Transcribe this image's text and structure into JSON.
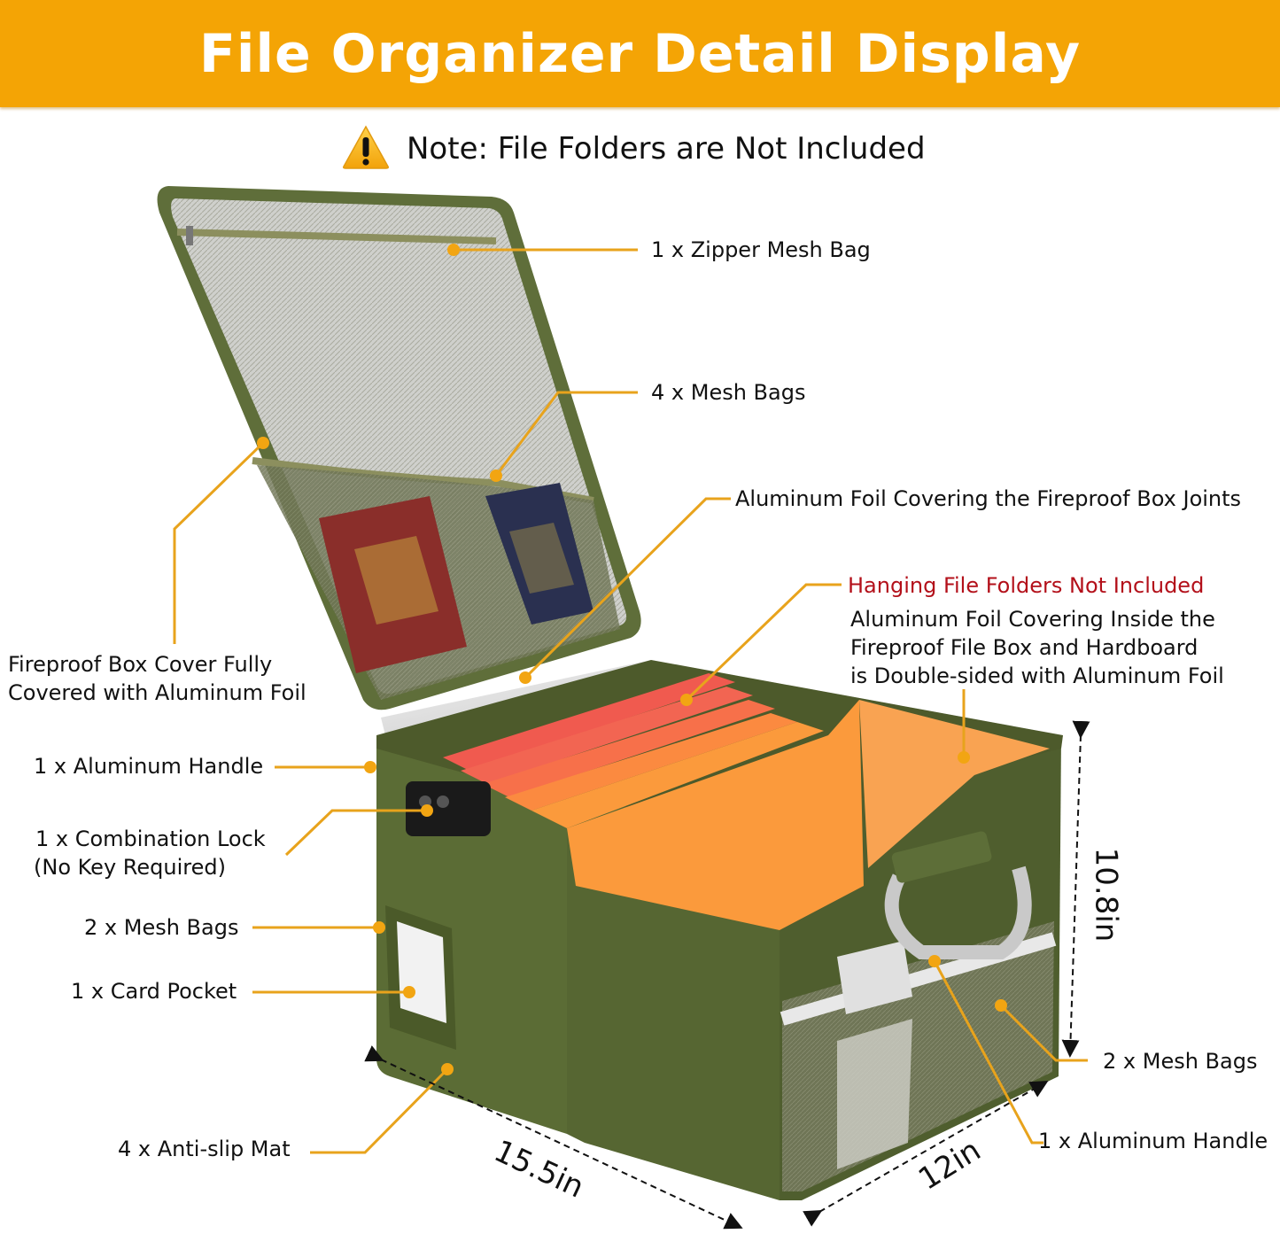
{
  "banner": {
    "title": "File Organizer Detail Display",
    "background_color": "#f4a405",
    "text_color": "#ffffff"
  },
  "note": {
    "icon": "warning-triangle-icon",
    "text": "Note: File Folders are Not Included"
  },
  "callouts": {
    "zipper_mesh_bag": "1 x Zipper Mesh Bag",
    "lid_mesh_bags": "4 x Mesh Bags",
    "foil_joints": "Aluminum Foil Covering the Fireproof Box Joints",
    "hanging_folders_note": "Hanging File Folders Not Included",
    "foil_inside_line1": "Aluminum Foil Covering Inside the",
    "foil_inside_line2": "Fireproof File Box and Hardboard",
    "foil_inside_line3": "is Double-sided with Aluminum Foil",
    "cover_line1": "Fireproof Box Cover Fully",
    "cover_line2": "Covered with Aluminum Foil",
    "handle_left": "1 x Aluminum Handle",
    "lock_line1": "1 x Combination Lock",
    "lock_line2": "(No Key Required)",
    "front_mesh_bags": "2 x Mesh Bags",
    "card_pocket": "1 x Card Pocket",
    "anti_slip": "4 x Anti-slip Mat",
    "side_mesh_bags": "2 x Mesh Bags",
    "handle_right": "1 x Aluminum Handle"
  },
  "dimensions": {
    "length": "15.5in",
    "width": "12in",
    "height": "10.8in"
  },
  "colors": {
    "callout_line": "#e8a31c",
    "box_green": "#5a6b34",
    "box_green_dark": "#46552a",
    "folder_red": "#f05a4f",
    "folder_orange": "#fb9a3c",
    "foil": "#d9d9d9",
    "warning_text": "#b3101a"
  }
}
